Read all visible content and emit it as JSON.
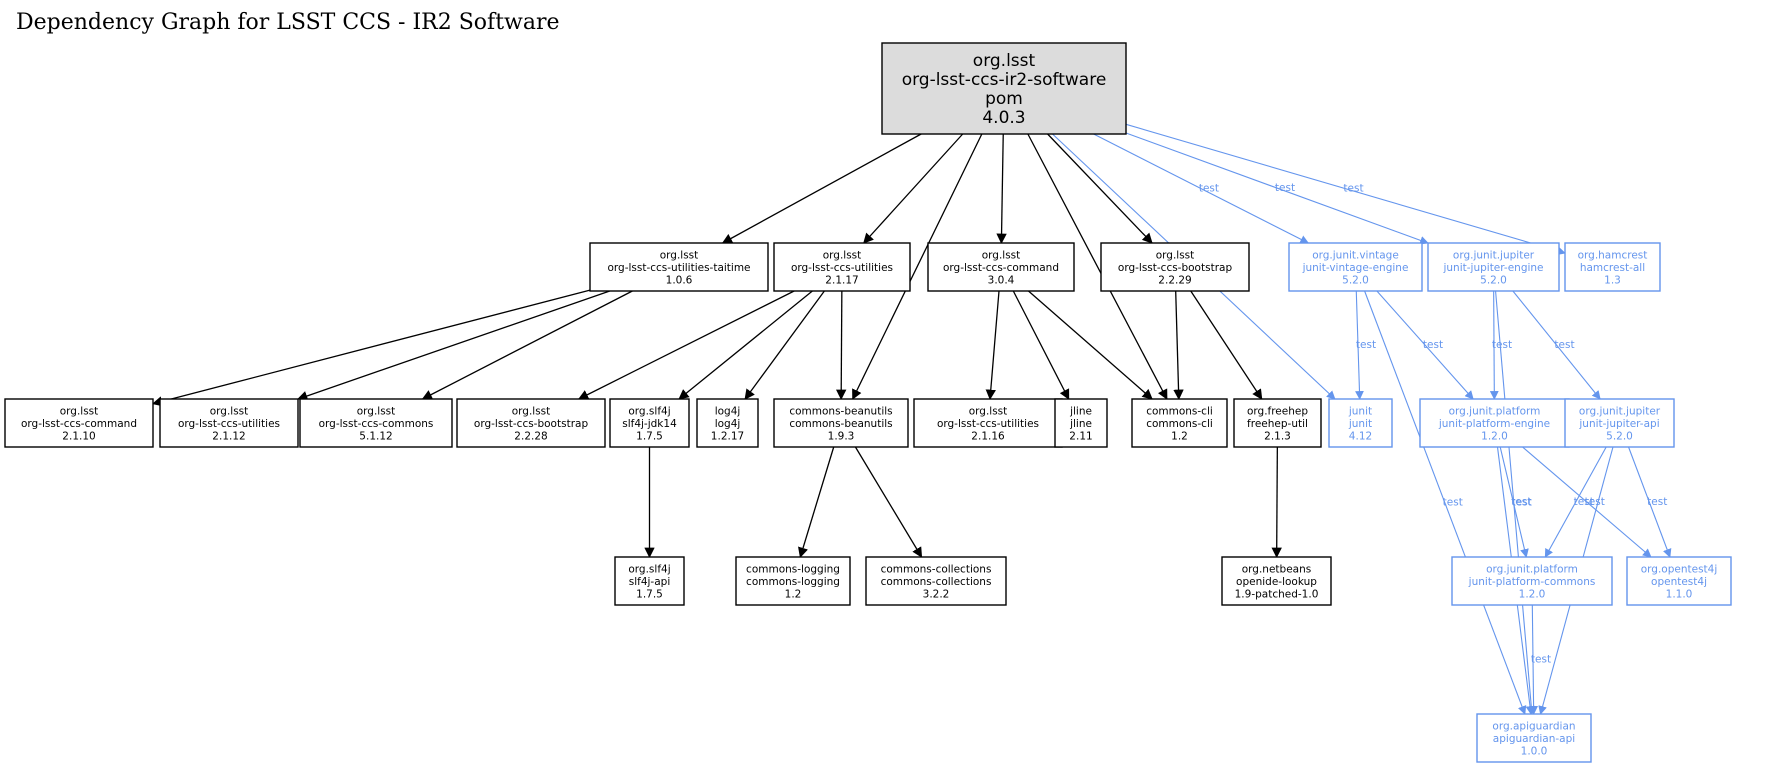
{
  "title": "Dependency Graph for LSST CCS - IR2 Software",
  "colors": {
    "compile": "#000000",
    "test": "#6495ED",
    "root_fill": "#dcdcdc"
  },
  "nodes": [
    {
      "id": "root",
      "group": "org.lsst",
      "artifact": "org-lsst-ccs-ir2-software",
      "packaging": "pom",
      "version": "4.0.3",
      "scope": "root"
    },
    {
      "id": "taitime",
      "group": "org.lsst",
      "artifact": "org-lsst-ccs-utilities-taitime",
      "version": "1.0.6",
      "scope": "compile"
    },
    {
      "id": "util2117",
      "group": "org.lsst",
      "artifact": "org-lsst-ccs-utilities",
      "version": "2.1.17",
      "scope": "compile"
    },
    {
      "id": "cmd304",
      "group": "org.lsst",
      "artifact": "org-lsst-ccs-command",
      "version": "3.0.4",
      "scope": "compile"
    },
    {
      "id": "boot2229",
      "group": "org.lsst",
      "artifact": "org-lsst-ccs-bootstrap",
      "version": "2.2.29",
      "scope": "compile"
    },
    {
      "id": "vintage",
      "group": "org.junit.vintage",
      "artifact": "junit-vintage-engine",
      "version": "5.2.0",
      "scope": "test"
    },
    {
      "id": "jupengine",
      "group": "org.junit.jupiter",
      "artifact": "junit-jupiter-engine",
      "version": "5.2.0",
      "scope": "test"
    },
    {
      "id": "hamcrest",
      "group": "org.hamcrest",
      "artifact": "hamcrest-all",
      "version": "1.3",
      "scope": "test"
    },
    {
      "id": "cmd2110",
      "group": "org.lsst",
      "artifact": "org-lsst-ccs-command",
      "version": "2.1.10",
      "scope": "compile"
    },
    {
      "id": "util2112",
      "group": "org.lsst",
      "artifact": "org-lsst-ccs-utilities",
      "version": "2.1.12",
      "scope": "compile"
    },
    {
      "id": "commons5112",
      "group": "org.lsst",
      "artifact": "org-lsst-ccs-commons",
      "version": "5.1.12",
      "scope": "compile"
    },
    {
      "id": "boot2228",
      "group": "org.lsst",
      "artifact": "org-lsst-ccs-bootstrap",
      "version": "2.2.28",
      "scope": "compile"
    },
    {
      "id": "slf4jjdk",
      "group": "org.slf4j",
      "artifact": "slf4j-jdk14",
      "version": "1.7.5",
      "scope": "compile"
    },
    {
      "id": "log4j",
      "group": "log4j",
      "artifact": "log4j",
      "version": "1.2.17",
      "scope": "compile"
    },
    {
      "id": "beanutils",
      "group": "commons-beanutils",
      "artifact": "commons-beanutils",
      "version": "1.9.3",
      "scope": "compile"
    },
    {
      "id": "util2116",
      "group": "org.lsst",
      "artifact": "org-lsst-ccs-utilities",
      "version": "2.1.16",
      "scope": "compile"
    },
    {
      "id": "jline",
      "group": "jline",
      "artifact": "jline",
      "version": "2.11",
      "scope": "compile"
    },
    {
      "id": "cli",
      "group": "commons-cli",
      "artifact": "commons-cli",
      "version": "1.2",
      "scope": "compile"
    },
    {
      "id": "freehep",
      "group": "org.freehep",
      "artifact": "freehep-util",
      "version": "2.1.3",
      "scope": "compile"
    },
    {
      "id": "junit",
      "group": "junit",
      "artifact": "junit",
      "version": "4.12",
      "scope": "test"
    },
    {
      "id": "platengine",
      "group": "org.junit.platform",
      "artifact": "junit-platform-engine",
      "version": "1.2.0",
      "scope": "test"
    },
    {
      "id": "jupapi",
      "group": "org.junit.jupiter",
      "artifact": "junit-jupiter-api",
      "version": "5.2.0",
      "scope": "test"
    },
    {
      "id": "slf4japi",
      "group": "org.slf4j",
      "artifact": "slf4j-api",
      "version": "1.7.5",
      "scope": "compile"
    },
    {
      "id": "logging",
      "group": "commons-logging",
      "artifact": "commons-logging",
      "version": "1.2",
      "scope": "compile"
    },
    {
      "id": "collections",
      "group": "commons-collections",
      "artifact": "commons-collections",
      "version": "3.2.2",
      "scope": "compile"
    },
    {
      "id": "openide",
      "group": "org.netbeans",
      "artifact": "openide-lookup",
      "version": "1.9-patched-1.0",
      "scope": "compile"
    },
    {
      "id": "platcommons",
      "group": "org.junit.platform",
      "artifact": "junit-platform-commons",
      "version": "1.2.0",
      "scope": "test"
    },
    {
      "id": "opentest",
      "group": "org.opentest4j",
      "artifact": "opentest4j",
      "version": "1.1.0",
      "scope": "test"
    },
    {
      "id": "apiguardian",
      "group": "org.apiguardian",
      "artifact": "apiguardian-api",
      "version": "1.0.0",
      "scope": "test"
    }
  ],
  "edges": [
    {
      "from": "root",
      "to": "taitime",
      "scope": "compile",
      "label": ""
    },
    {
      "from": "root",
      "to": "util2117",
      "scope": "compile",
      "label": ""
    },
    {
      "from": "root",
      "to": "beanutils",
      "scope": "compile",
      "label": ""
    },
    {
      "from": "root",
      "to": "cmd304",
      "scope": "compile",
      "label": ""
    },
    {
      "from": "root",
      "to": "cli",
      "scope": "compile",
      "label": ""
    },
    {
      "from": "root",
      "to": "boot2229",
      "scope": "compile",
      "label": ""
    },
    {
      "from": "root",
      "to": "junit",
      "scope": "test",
      "label": "test"
    },
    {
      "from": "root",
      "to": "vintage",
      "scope": "test",
      "label": "test"
    },
    {
      "from": "root",
      "to": "jupengine",
      "scope": "test",
      "label": "test"
    },
    {
      "from": "root",
      "to": "hamcrest",
      "scope": "test",
      "label": "test"
    },
    {
      "from": "taitime",
      "to": "cmd2110",
      "scope": "compile",
      "label": ""
    },
    {
      "from": "taitime",
      "to": "util2112",
      "scope": "compile",
      "label": ""
    },
    {
      "from": "taitime",
      "to": "commons5112",
      "scope": "compile",
      "label": ""
    },
    {
      "from": "util2117",
      "to": "boot2228",
      "scope": "compile",
      "label": ""
    },
    {
      "from": "util2117",
      "to": "slf4jjdk",
      "scope": "compile",
      "label": ""
    },
    {
      "from": "util2117",
      "to": "log4j",
      "scope": "compile",
      "label": ""
    },
    {
      "from": "util2117",
      "to": "beanutils",
      "scope": "compile",
      "label": ""
    },
    {
      "from": "cmd304",
      "to": "util2116",
      "scope": "compile",
      "label": ""
    },
    {
      "from": "cmd304",
      "to": "jline",
      "scope": "compile",
      "label": ""
    },
    {
      "from": "cmd304",
      "to": "cli",
      "scope": "compile",
      "label": ""
    },
    {
      "from": "boot2229",
      "to": "cli",
      "scope": "compile",
      "label": ""
    },
    {
      "from": "boot2229",
      "to": "freehep",
      "scope": "compile",
      "label": ""
    },
    {
      "from": "vintage",
      "to": "junit",
      "scope": "test",
      "label": "test"
    },
    {
      "from": "vintage",
      "to": "platengine",
      "scope": "test",
      "label": "test"
    },
    {
      "from": "vintage",
      "to": "apiguardian",
      "scope": "test",
      "label": "test"
    },
    {
      "from": "jupengine",
      "to": "platengine",
      "scope": "test",
      "label": "test"
    },
    {
      "from": "jupengine",
      "to": "jupapi",
      "scope": "test",
      "label": "test"
    },
    {
      "from": "jupengine",
      "to": "apiguardian",
      "scope": "test",
      "label": "test"
    },
    {
      "from": "slf4jjdk",
      "to": "slf4japi",
      "scope": "compile",
      "label": ""
    },
    {
      "from": "beanutils",
      "to": "logging",
      "scope": "compile",
      "label": ""
    },
    {
      "from": "beanutils",
      "to": "collections",
      "scope": "compile",
      "label": ""
    },
    {
      "from": "freehep",
      "to": "openide",
      "scope": "compile",
      "label": ""
    },
    {
      "from": "platengine",
      "to": "platcommons",
      "scope": "test",
      "label": "test"
    },
    {
      "from": "platengine",
      "to": "opentest",
      "scope": "test",
      "label": "test"
    },
    {
      "from": "platengine",
      "to": "apiguardian",
      "scope": "test",
      "label": "test"
    },
    {
      "from": "jupapi",
      "to": "platcommons",
      "scope": "test",
      "label": "test"
    },
    {
      "from": "jupapi",
      "to": "opentest",
      "scope": "test",
      "label": "test"
    },
    {
      "from": "jupapi",
      "to": "apiguardian",
      "scope": "test",
      "label": "test"
    },
    {
      "from": "platcommons",
      "to": "apiguardian",
      "scope": "test",
      "label": "test"
    }
  ]
}
